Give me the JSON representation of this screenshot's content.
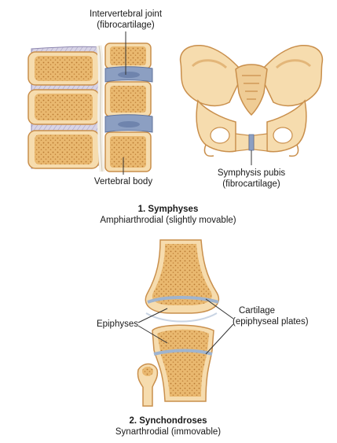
{
  "colors": {
    "bone_outer": "#f6dcae",
    "bone_edge": "#c98f4c",
    "spongy": "#e9b86f",
    "spongy_dot": "#b87a33",
    "cartilage": "#8c9fc2",
    "ligament": "#c9c6dc",
    "leader": "#333333"
  },
  "panel1": {
    "label_joint_line1": "Intervertebral joint",
    "label_joint_line2": "(fibrocartilage)",
    "label_body": "Vertebral body",
    "label_pubis_line1": "Symphysis pubis",
    "label_pubis_line2": "(fibrocartilage)",
    "title": "1. Symphyses",
    "subtitle": "Amphiarthrodial (slightly movable)"
  },
  "panel2": {
    "label_epiphyses": "Epiphyses",
    "label_cartilage_line1": "Cartilage",
    "label_cartilage_line2": "(epiphyseal plates)",
    "title": "2. Synchondroses",
    "subtitle": "Synarthrodial (immovable)"
  }
}
